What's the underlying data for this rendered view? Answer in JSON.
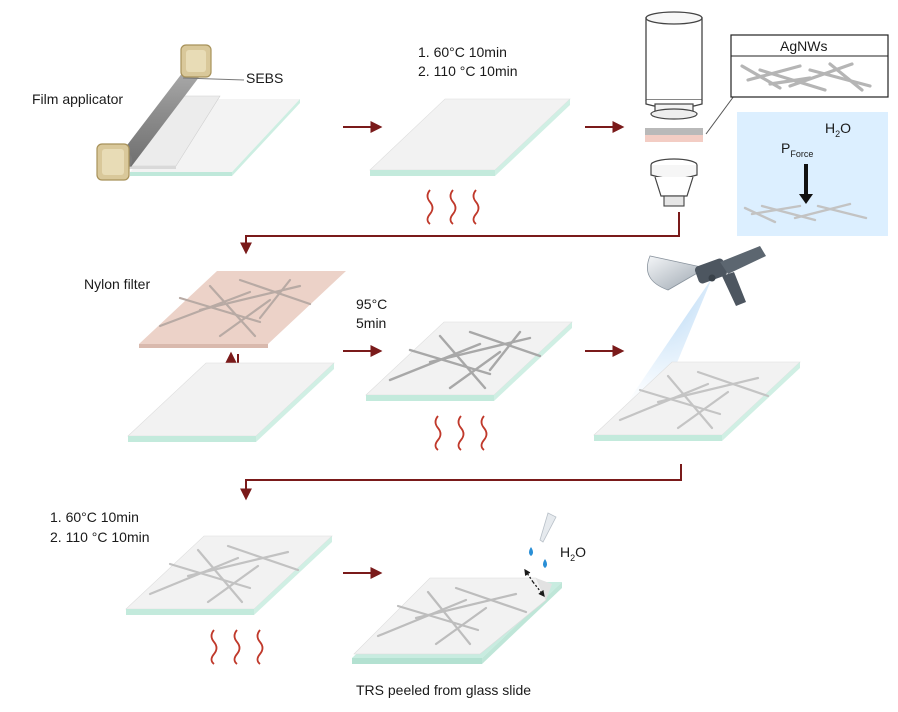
{
  "labels": {
    "film_applicator": "Film applicator",
    "sebs": "SEBS",
    "step1_line1": "1.  60°C 10min",
    "step1_line2": "2.  110 °C 10min",
    "agnws": "AgNWs",
    "h2o": "H",
    "h2o_sub": "2",
    "h2o_end": "O",
    "p_force": "P",
    "p_force_sub": "Force",
    "nylon_filter": "Nylon filter",
    "anneal_line1": "95°C",
    "anneal_line2": "5min",
    "step3_line1": "1.  60°C 10min",
    "step3_line2": "2.  110 °C 10min",
    "drop_h2o": "H",
    "drop_h2o_sub": "2",
    "drop_h2o_end": "O",
    "caption": "TRS peeled from glass slide"
  },
  "colors": {
    "arrow": "#7a1a1a",
    "heat": "#c0392b",
    "glass": "#c8ece0",
    "film": "#f2f2f2",
    "nylon": "#ecd2c8",
    "panel": "#dcefff",
    "wire": "#a8a8a8",
    "water": "#2a8fd6"
  }
}
